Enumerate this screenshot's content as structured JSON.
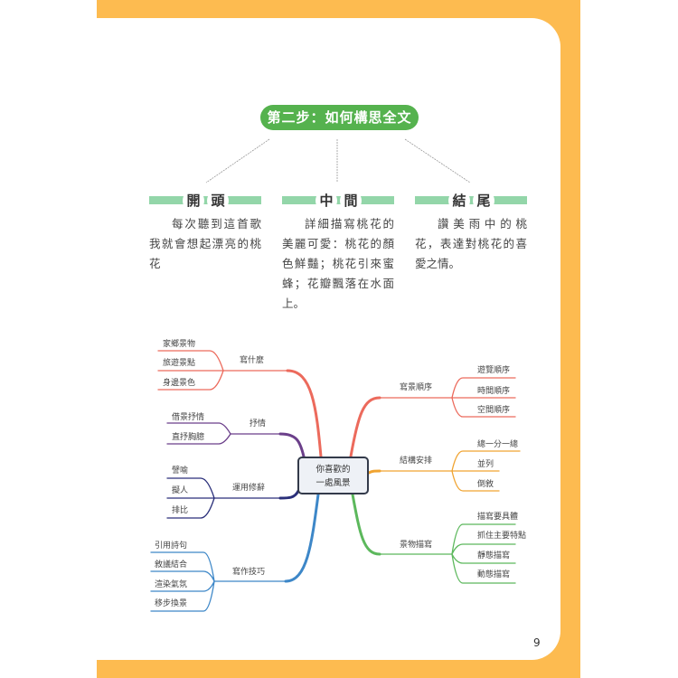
{
  "step_title": "第二步：如何構思全文",
  "sections": [
    {
      "h1": "開",
      "h2": "頭",
      "text": "每次聽到這首歌我就會想起漂亮的桃花"
    },
    {
      "h1": "中",
      "h2": "間",
      "text": "詳細描寫桃花的美麗可愛：桃花的顏色鮮豔；桃花引來蜜蜂；花瓣飄落在水面上。"
    },
    {
      "h1": "結",
      "h2": "尾",
      "text": "讚美雨中的桃花，表達對桃花的喜愛之情。"
    }
  ],
  "mindmap": {
    "center_line1": "你喜歡的",
    "center_line2": "一處風景",
    "branches": [
      {
        "label": "寫什麼",
        "color": "#ec6a5c",
        "leaves": [
          "家鄉景物",
          "旅遊景點",
          "身邊景色"
        ]
      },
      {
        "label": "抒情",
        "color": "#6b3f8a",
        "leaves": [
          "借景抒情",
          "直抒胸臆"
        ]
      },
      {
        "label": "運用修辭",
        "color": "#2a2f7a",
        "leaves": [
          "譬喻",
          "擬人",
          "排比"
        ]
      },
      {
        "label": "寫作技巧",
        "color": "#3d87c8",
        "leaves": [
          "引用詩句",
          "敘議結合",
          "渲染氣氛",
          "移步換景"
        ]
      },
      {
        "label": "寫景順序",
        "color": "#ec6a5c",
        "leaves": [
          "遊覽順序",
          "時間順序",
          "空間順序"
        ]
      },
      {
        "label": "結構安排",
        "color": "#f0a330",
        "leaves": [
          "總一分一總",
          "並列",
          "倒敘"
        ]
      },
      {
        "label": "景物描寫",
        "color": "#5cb85c",
        "leaves": [
          "描寫要具體",
          "抓住主要特點",
          "靜態描寫",
          "動態描寫"
        ]
      }
    ]
  },
  "page_number": "9"
}
